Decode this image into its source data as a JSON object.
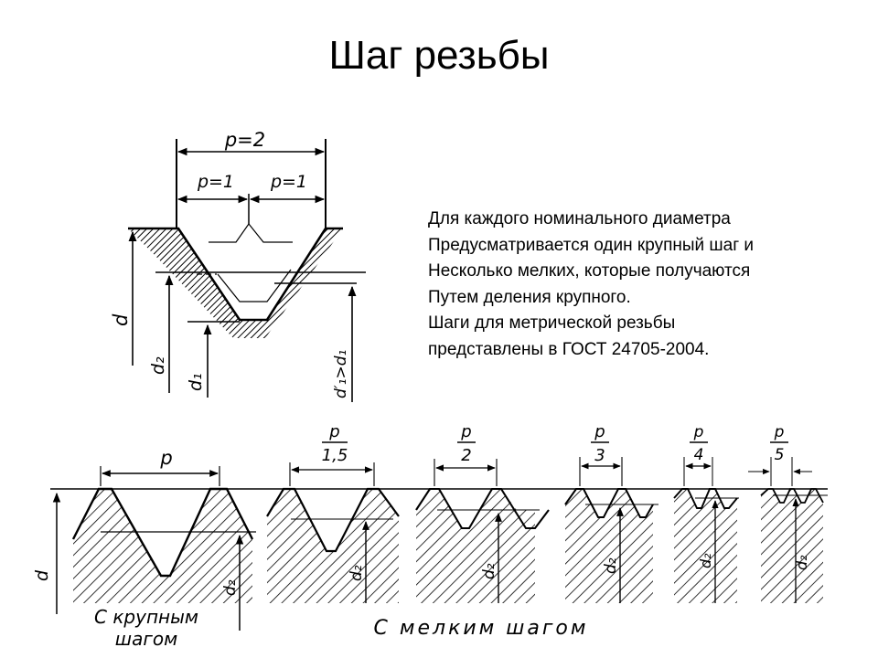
{
  "slide": {
    "title": "Шаг резьбы",
    "description_lines": [
      "Для каждого номинального диаметра",
      "Предусматривается один крупный шаг и",
      "Несколько мелких, которые получаются",
      "Путем деления крупного.",
      "Шаги для метрической резьбы",
      "представлены в ГОСТ 24705-2004."
    ]
  },
  "top_diagram": {
    "labels": {
      "pitch_total": "p=2",
      "pitch_left": "p=1",
      "pitch_right": "p=1",
      "dia_d": "d",
      "dia_d2": "d₂",
      "dia_d1": "d₁",
      "dia_compare": "d′₁>d₁"
    }
  },
  "bottom_diagram": {
    "labels": {
      "pitch_coarse": "p",
      "dia_d": "d",
      "dia_d2": "d₂",
      "coarse_caption_line1": "С крупным",
      "coarse_caption_line2": "шагом",
      "fine_caption": "С мелким шагом"
    },
    "fine_pitches": [
      {
        "num": "p",
        "den": "1,5"
      },
      {
        "num": "p",
        "den": "2"
      },
      {
        "num": "p",
        "den": "3"
      },
      {
        "num": "p",
        "den": "4"
      },
      {
        "num": "p",
        "den": "5"
      }
    ]
  }
}
